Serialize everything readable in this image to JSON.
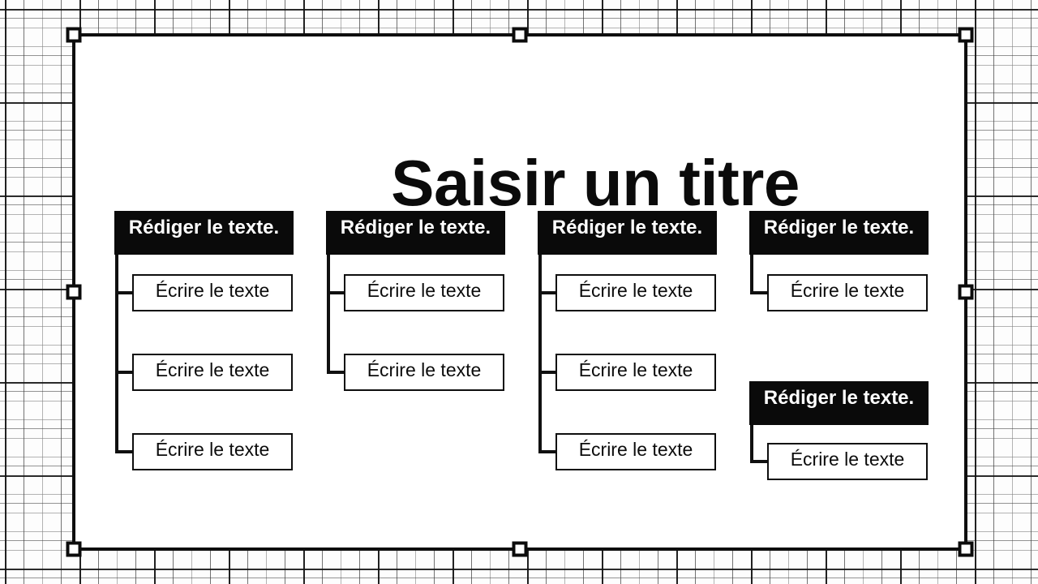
{
  "slide": {
    "title": "Saisir un titre",
    "columns": [
      {
        "groups": [
          {
            "header": "Rédiger le texte.",
            "items": [
              "Écrire le texte",
              "Écrire le texte",
              "Écrire le texte"
            ]
          }
        ]
      },
      {
        "groups": [
          {
            "header": "Rédiger le texte.",
            "items": [
              "Écrire le texte",
              "Écrire le texte"
            ]
          }
        ]
      },
      {
        "groups": [
          {
            "header": "Rédiger le texte.",
            "items": [
              "Écrire le texte",
              "Écrire le texte",
              "Écrire le texte"
            ]
          }
        ]
      },
      {
        "groups": [
          {
            "header": "Rédiger le texte.",
            "items": [
              "Écrire le texte"
            ]
          },
          {
            "header": "Rédiger le texte.",
            "items": [
              "Écrire le texte"
            ]
          }
        ]
      }
    ]
  },
  "selection": {
    "handles": [
      "top-left",
      "top-center",
      "top-right",
      "middle-left",
      "middle-right",
      "bottom-left",
      "bottom-center",
      "bottom-right"
    ]
  },
  "colors": {
    "header_bg": "#0a0a0a",
    "header_text": "#ffffff",
    "box_border": "#0e0e0e",
    "box_text": "#0c0c0c",
    "frame": "#0e0e0e",
    "grid_line": "#828282",
    "grid_line_dark": "#121212",
    "slide_bg": "#ffffff"
  }
}
